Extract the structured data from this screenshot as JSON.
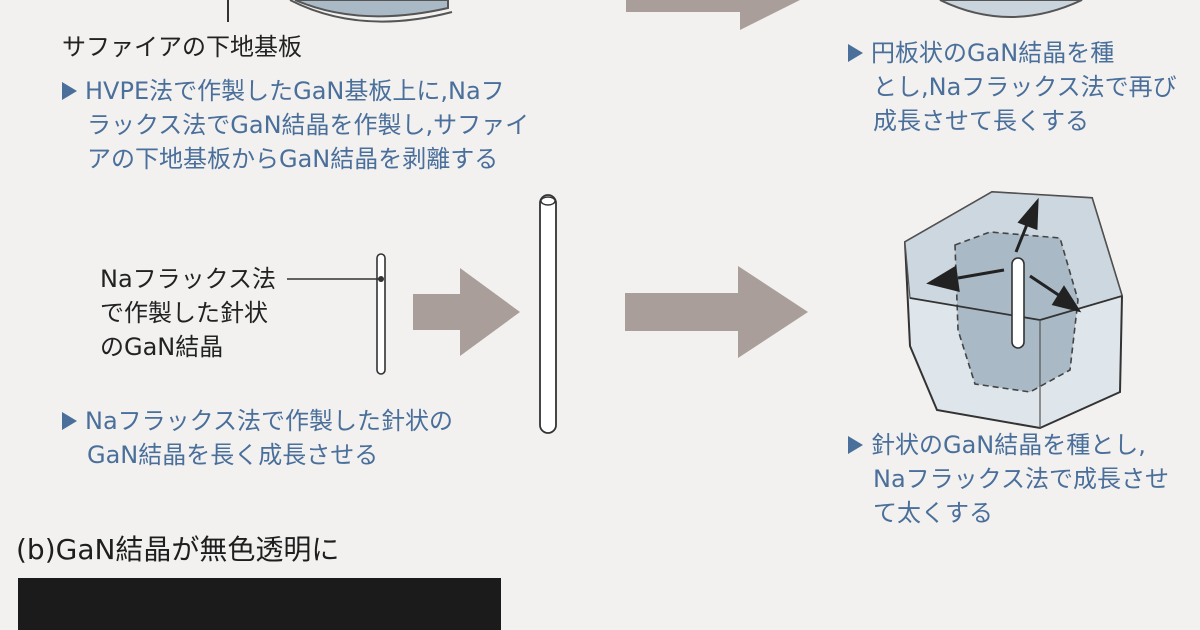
{
  "labels": {
    "sapphire": "サファイアの下地基板",
    "needle": [
      "Naフラックス法",
      "で作製した針状",
      "のGaN結晶"
    ],
    "section_b": "(b)GaN結晶が無色透明に"
  },
  "captions": {
    "hvpe": [
      "HVPE法で作製したGaN基板上に,Naフ",
      "ラックス法でGaN結晶を作製し,サファイ",
      "アの下地基板からGaN結晶を剥離する"
    ],
    "disc": [
      "円板状のGaN結晶を種",
      "とし,Naフラックス法で再び",
      "成長させて長くする"
    ],
    "needle_grow": [
      "Naフラックス法で作製した針状の",
      "GaN結晶を長く成長させる"
    ],
    "hex": [
      "針状のGaN結晶を種とし,",
      "Naフラックス法で成長させ",
      "て太くする"
    ]
  },
  "colors": {
    "caption": "#4a6f9a",
    "arrow": "#a99e9a",
    "crystal": "#b8c6d0",
    "photo": "#1b1b1b"
  }
}
